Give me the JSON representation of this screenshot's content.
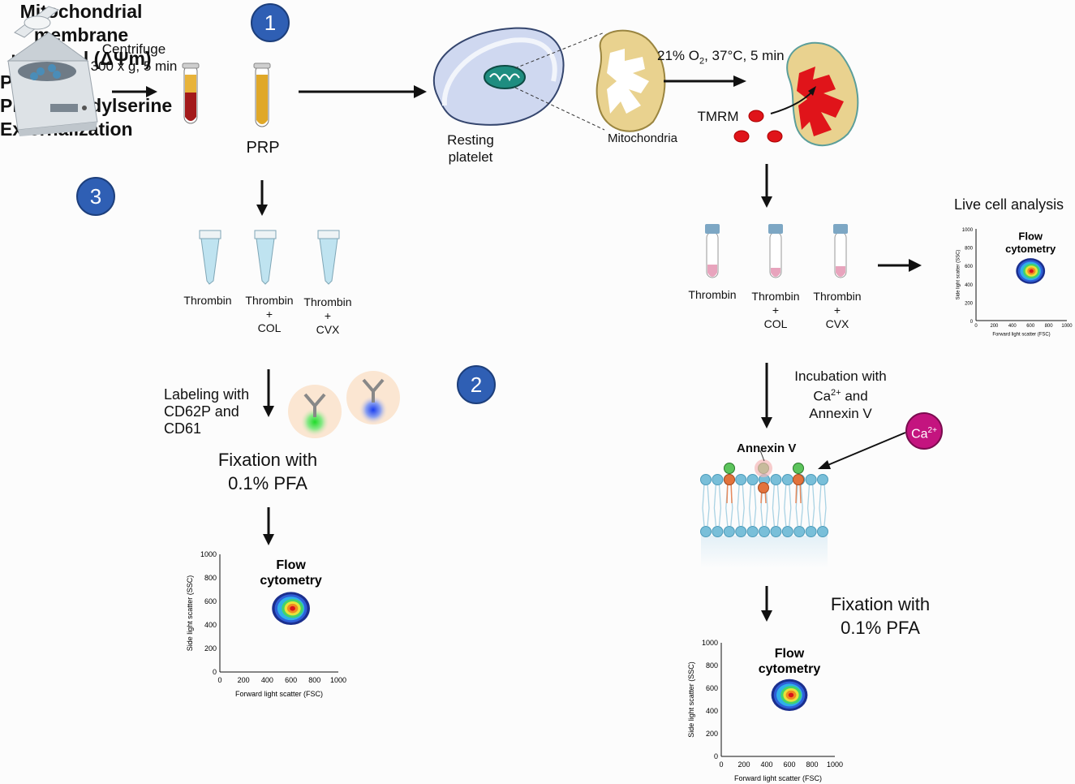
{
  "centrifuge": {
    "line1": "Centrifuge",
    "line2": "300 x g, 5 min"
  },
  "prp": "PRP",
  "mito_section": {
    "number": "1",
    "title_line1": "Mitochondrial",
    "title_line2": "membrane",
    "title_line3": "potential (ΔΨm)"
  },
  "resting_platelet": {
    "line1": "Resting",
    "line2": "platelet"
  },
  "mitochondria": "Mitochondria",
  "conditions": {
    "prefix": "21% O",
    "sub": "2",
    "suffix": ", 37°C, 5 min"
  },
  "tmrm": "TMRM",
  "pselectin_section": {
    "number": "3",
    "title": "P-selectin"
  },
  "ps_section": {
    "number": "2",
    "title_line1": "Phosphatidylserine",
    "title_line2": "Externalization"
  },
  "tubes_left": [
    {
      "line1": "Thrombin",
      "line2": "",
      "line3": ""
    },
    {
      "line1": "Thrombin",
      "line2": "+",
      "line3": "COL"
    },
    {
      "line1": "Thrombin",
      "line2": "+",
      "line3": "CVX"
    }
  ],
  "tubes_right": [
    {
      "line1": "Thrombin",
      "line2": "",
      "line3": ""
    },
    {
      "line1": "Thrombin",
      "line2": "+",
      "line3": "COL"
    },
    {
      "line1": "Thrombin",
      "line2": "+",
      "line3": "CVX"
    }
  ],
  "live_cell": "Live cell analysis",
  "labeling": {
    "line1": "Labeling with",
    "line2": "CD62P and",
    "line3": "CD61"
  },
  "fixation": {
    "line1": "Fixation with",
    "line2": "0.1% PFA"
  },
  "incubation": {
    "line1": "Incubation with",
    "line2_prefix": "Ca",
    "line2_sup": "2+",
    "line2_suffix": " and",
    "line3": "Annexin V"
  },
  "annexin_label": "Annexin V",
  "ca_badge": {
    "text": "Ca",
    "sup": "2+"
  },
  "flow": {
    "title_line1": "Flow",
    "title_line2": "cytometry",
    "xlabel": "Forward light scatter (FSC)",
    "ylabel": "Side light scatter (SSC)",
    "xticks": [
      "0",
      "200",
      "400",
      "600",
      "800",
      "1000"
    ],
    "yticks": [
      "0",
      "200",
      "400",
      "600",
      "800",
      "1000"
    ]
  },
  "colors": {
    "badge": "#2f5fb4",
    "plasma": "#e8b33a",
    "blood": "#a3191a",
    "tmrm": "#e0141a",
    "mito": "#e9d28f",
    "tube": "#bfe3f0",
    "ca": "#c4147f"
  }
}
